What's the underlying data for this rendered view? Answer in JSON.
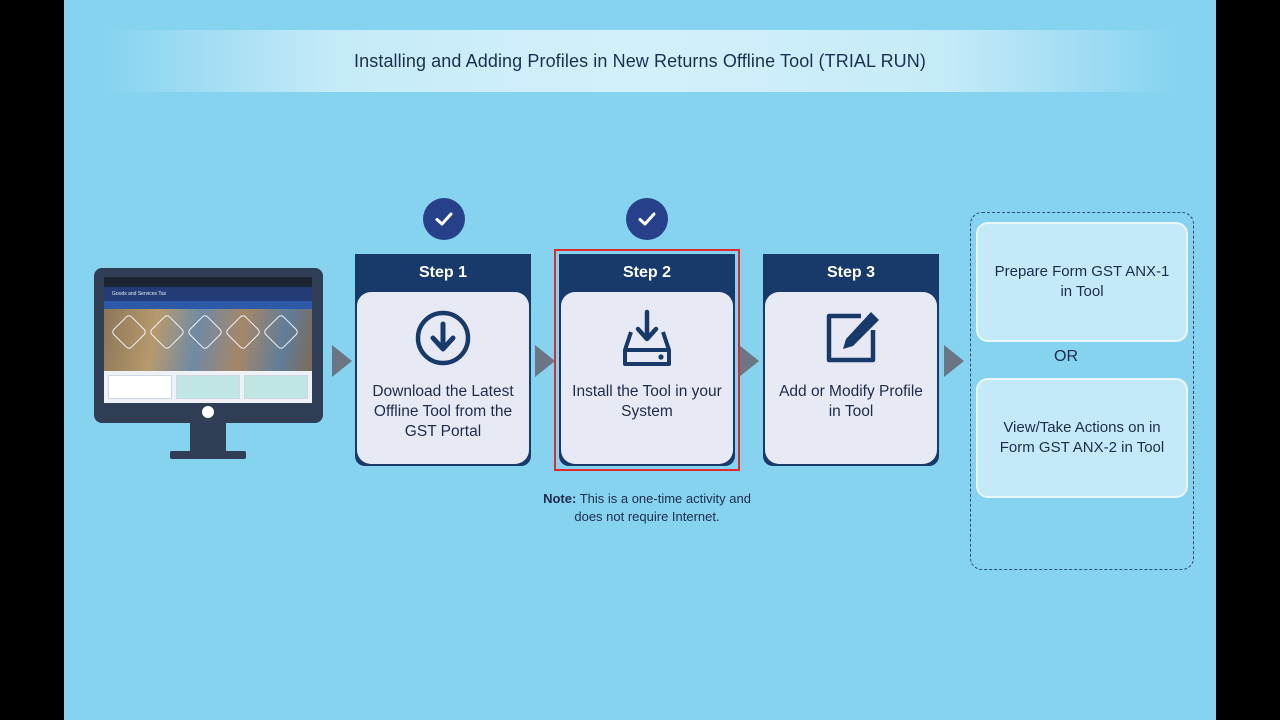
{
  "title": "Installing and Adding Profiles in New Returns Offline Tool (TRIAL RUN)",
  "monitor": {
    "site_title": "Goods and Services Tax"
  },
  "steps": [
    {
      "label": "Step 1",
      "text": "Download the Latest Offline Tool from the GST Portal",
      "completed": true,
      "icon": "download-circle-icon"
    },
    {
      "label": "Step 2",
      "text": "Install the Tool in your System",
      "completed": true,
      "highlighted": true,
      "icon": "install-tray-icon"
    },
    {
      "label": "Step 3",
      "text": "Add or Modify Profile in Tool",
      "completed": false,
      "icon": "edit-pencil-icon"
    }
  ],
  "note": {
    "prefix": "Note:",
    "text": "This is a one-time activity and does not require Internet."
  },
  "options": {
    "first": "Prepare Form GST ANX-1 in Tool",
    "separator": "OR",
    "second": "View/Take Actions on in Form GST ANX-2 in Tool"
  },
  "colors": {
    "background": "#86d3f0",
    "step_header": "#183a6b",
    "check_badge": "#26418a",
    "highlight": "#e0292f",
    "arrow": "#6b7583"
  }
}
